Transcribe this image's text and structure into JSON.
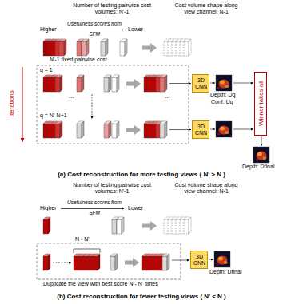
{
  "diagram": {
    "nodes": [
      {
        "text": [
          "3D CNN"
        ]
      },
      {
        "text": [
          "3D CNN"
        ]
      },
      {
        "text": [
          "Winner takes all"
        ]
      },
      {
        "text": [
          "3D CNN"
        ]
      }
    ],
    "labels": [
      "Number of testing pairwise cost volumes: N'-1",
      "Cost volume shape along view channel: N-1",
      "Higher",
      "Usefulness scores from",
      "SFM",
      "Lower",
      "N'-1 fixed pairwise cost",
      "Iterations",
      "q = 1",
      "...",
      "...",
      "q = N'-N+1",
      "Depth: Dq",
      "Conf: Uq",
      "Depth: Dfinal",
      "(a) Cost reconstruction for more testing views ( N' > N )",
      "Number of testing pairwise cost volumes: N'-1",
      "Cost volume shape along view channel: N-1",
      "Higher",
      "Usefulness scores from",
      "SFM",
      "Lower",
      "N - N'",
      "Duplicate the view with best score N - N' times",
      "Depth: Dfinal",
      "(b) Cost reconstruction for fewer testing views ( N' < N )"
    ]
  }
}
